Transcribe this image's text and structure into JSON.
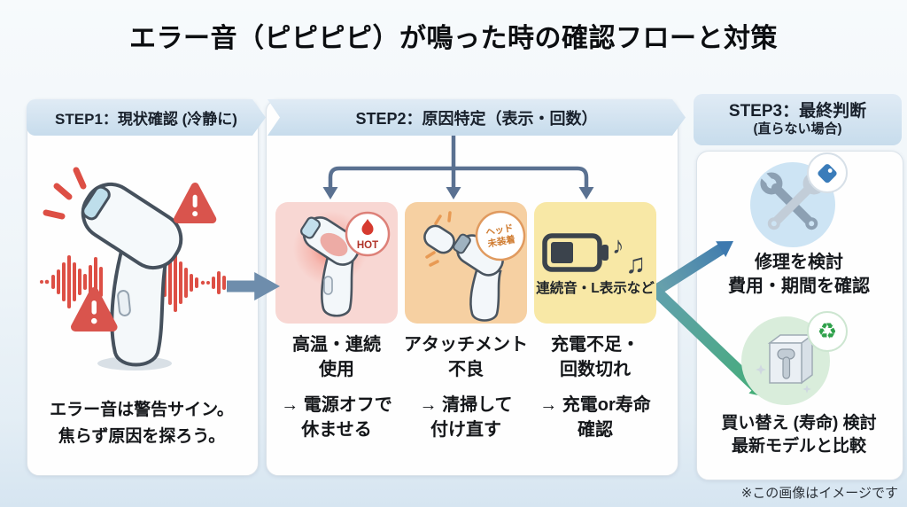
{
  "title": "エラー音（ピピピピ）が鳴った時の確認フローと対策",
  "footer": {
    "note": "※この画像はイメージです"
  },
  "colors": {
    "banner_blue": "#cfe1ef",
    "alert_red": "#d9544d",
    "steel_blue_arrow": "#6e8dac",
    "connector_slate": "#5a7191",
    "fork_arrow_blue": "#3d79af",
    "fork_arrow_green": "#44ad78",
    "box_pink": "#f8d7d3",
    "box_orange": "#f6d0a2",
    "box_yellow": "#f8e8a6",
    "repair_circle_blue": "#cde4f4",
    "replace_circle_green": "#d9eddb",
    "tag_blue": "#3a7cba",
    "recycle_green": "#2fa14b"
  },
  "step1": {
    "header": "STEP1：現状確認 (冷静に)",
    "illustration_icons": [
      "beeping-ipl-device",
      "warning-triangle-icon",
      "sound-wave-icon"
    ],
    "caption": {
      "line1": "エラー音は警告サイン。",
      "line2": "焦らず原因を探ろう。"
    }
  },
  "step2": {
    "header": "STEP2：原因特定（表示・回数）",
    "causes": [
      {
        "id": "overheat",
        "badge_label": "HOT",
        "badge_icon": "flame-icon",
        "label": {
          "line1": "高温・連続",
          "line2": "使用"
        },
        "action": {
          "line1": "→ 電源オフで",
          "line2": "休ませる"
        }
      },
      {
        "id": "attachment",
        "badge": {
          "line1": "ヘッド",
          "line2": "未装着"
        },
        "label": {
          "line1": "アタッチメント",
          "line2": "不良"
        },
        "action": {
          "line1": "→ 清掃して",
          "line2": "付け直す"
        }
      },
      {
        "id": "battery",
        "caption": "連続音・L表示など",
        "icons": {
          "battery": "battery-icon",
          "note_small": "♪",
          "note_large": "♫"
        },
        "label": {
          "line1": "充電不足・",
          "line2": "回数切れ"
        },
        "action": {
          "line1": "→ 充電or寿命",
          "line2": "確認"
        }
      }
    ]
  },
  "step3": {
    "header": {
      "line1": "STEP3：最終判断",
      "line2": "(直らない場合)"
    },
    "options": [
      {
        "id": "repair",
        "icon": "wrench-tools-icon",
        "badge_icon": "price-tag-icon",
        "label": {
          "line1": "修理を検討",
          "line2": "費用・期間を確認"
        }
      },
      {
        "id": "replace",
        "icon": "boxed-device-icon",
        "badge_icon": "recycle-icon",
        "badge_glyph": "♻",
        "label": {
          "line1": "買い替え (寿命) 検討",
          "line2": "最新モデルと比較"
        }
      }
    ]
  }
}
